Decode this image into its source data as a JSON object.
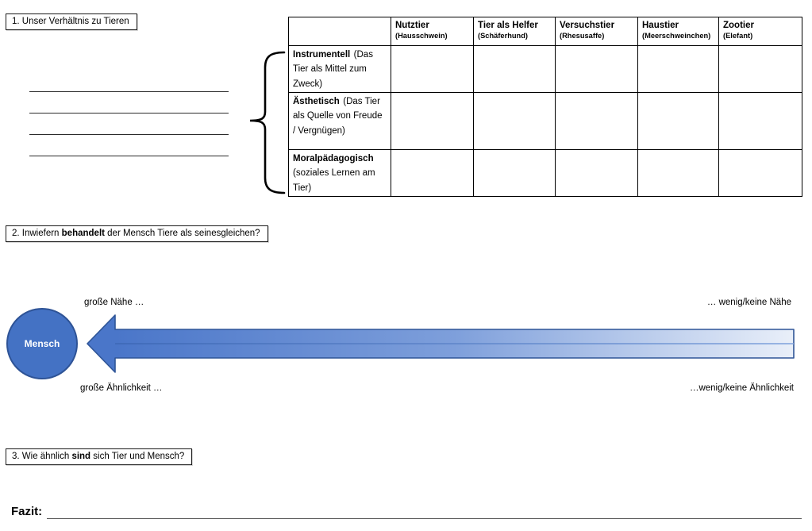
{
  "sections": {
    "s1": {
      "label": "1. Unser Verhältnis zu Tieren"
    },
    "s2": {
      "pre": "2. Inwiefern ",
      "bold": "behandelt",
      "post": " der Mensch Tiere als seinesgleichen?"
    },
    "s3": {
      "pre": "3. Wie ähnlich ",
      "bold": "sind",
      "post": " sich Tier und Mensch?"
    }
  },
  "table": {
    "columns": [
      {
        "title": "Nutztier",
        "subtitle": "(Hausschwein)"
      },
      {
        "title": "Tier als Helfer",
        "subtitle": "(Schäferhund)"
      },
      {
        "title": "Versuchstier",
        "subtitle": "(Rhesusaffe)"
      },
      {
        "title": "Haustier",
        "subtitle": "(Meerschweinchen)"
      },
      {
        "title": "Zootier",
        "subtitle": "(Elefant)"
      }
    ],
    "rows": [
      {
        "title": "Instrumentell",
        "description": "(Das Tier als Mittel zum Zweck)"
      },
      {
        "title": "Ästhetisch",
        "description": "(Das Tier als Quelle von Freude / Vergnügen)"
      },
      {
        "title": "Moralpädagogisch",
        "description": "(soziales Lernen am Tier)"
      }
    ]
  },
  "diagram": {
    "circle_label": "Mensch",
    "labels": {
      "top_left": "große Nähe …",
      "top_right": "… wenig/keine Nähe",
      "bottom_left": "große Ähnlichkeit …",
      "bottom_right": "…wenig/keine Ähnlichkeit"
    },
    "colors": {
      "circle_fill": "#4472C4",
      "circle_border": "#2E5396",
      "arrow_start": "#4A76C9",
      "arrow_mid": "#7E9FDB",
      "arrow_end": "#E9EFF9",
      "arrow_border": "#2F5597",
      "arrow_midline": "#4D7AC8"
    }
  },
  "fazit": {
    "label": "Fazit:"
  }
}
